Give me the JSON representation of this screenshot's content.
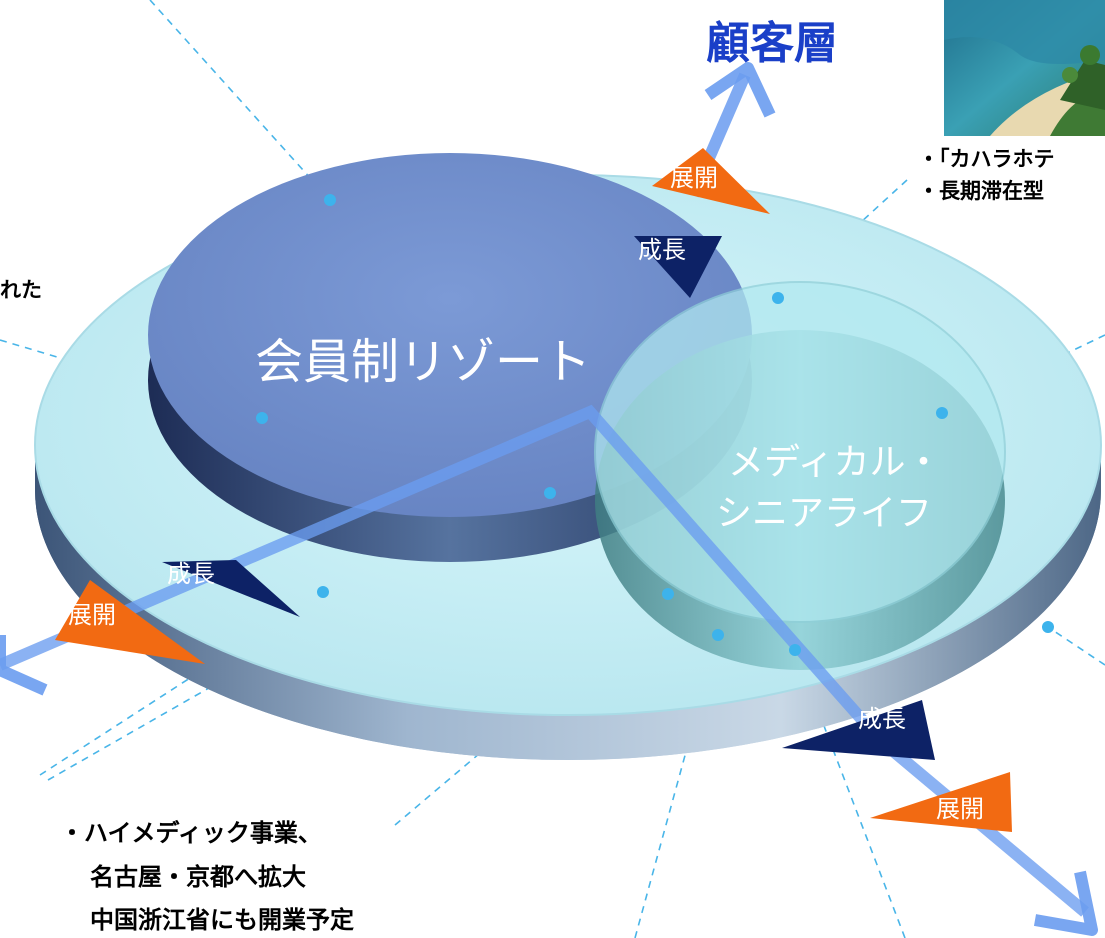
{
  "axis_label": "顧客層",
  "inner_disc_label": "会員制リゾート",
  "medical_disc_label": [
    "メディカル・",
    "シニアライフ"
  ],
  "badges": {
    "grow": "成長",
    "expand": "展開"
  },
  "notes": {
    "top_right": [
      "・「カハラホテ",
      "・長期滞在型"
    ],
    "left": "れた",
    "bottom": [
      "・ハイメディック事業、",
      "名古屋・京都へ拡大",
      "中国浙江省にも開業予定"
    ]
  },
  "colors": {
    "outer_disc": "#c9f0f6",
    "inner_disc": "#7395cf",
    "medical_disc": "#a9e4ec",
    "axis_arrow": "#6a9cf0",
    "grow_badge": "#0d2266",
    "expand_badge": "#f26a12",
    "title_blue": "#1a3fc8",
    "leader_line": "#49b5e8"
  },
  "icons": [
    "resort-beach-photo"
  ]
}
